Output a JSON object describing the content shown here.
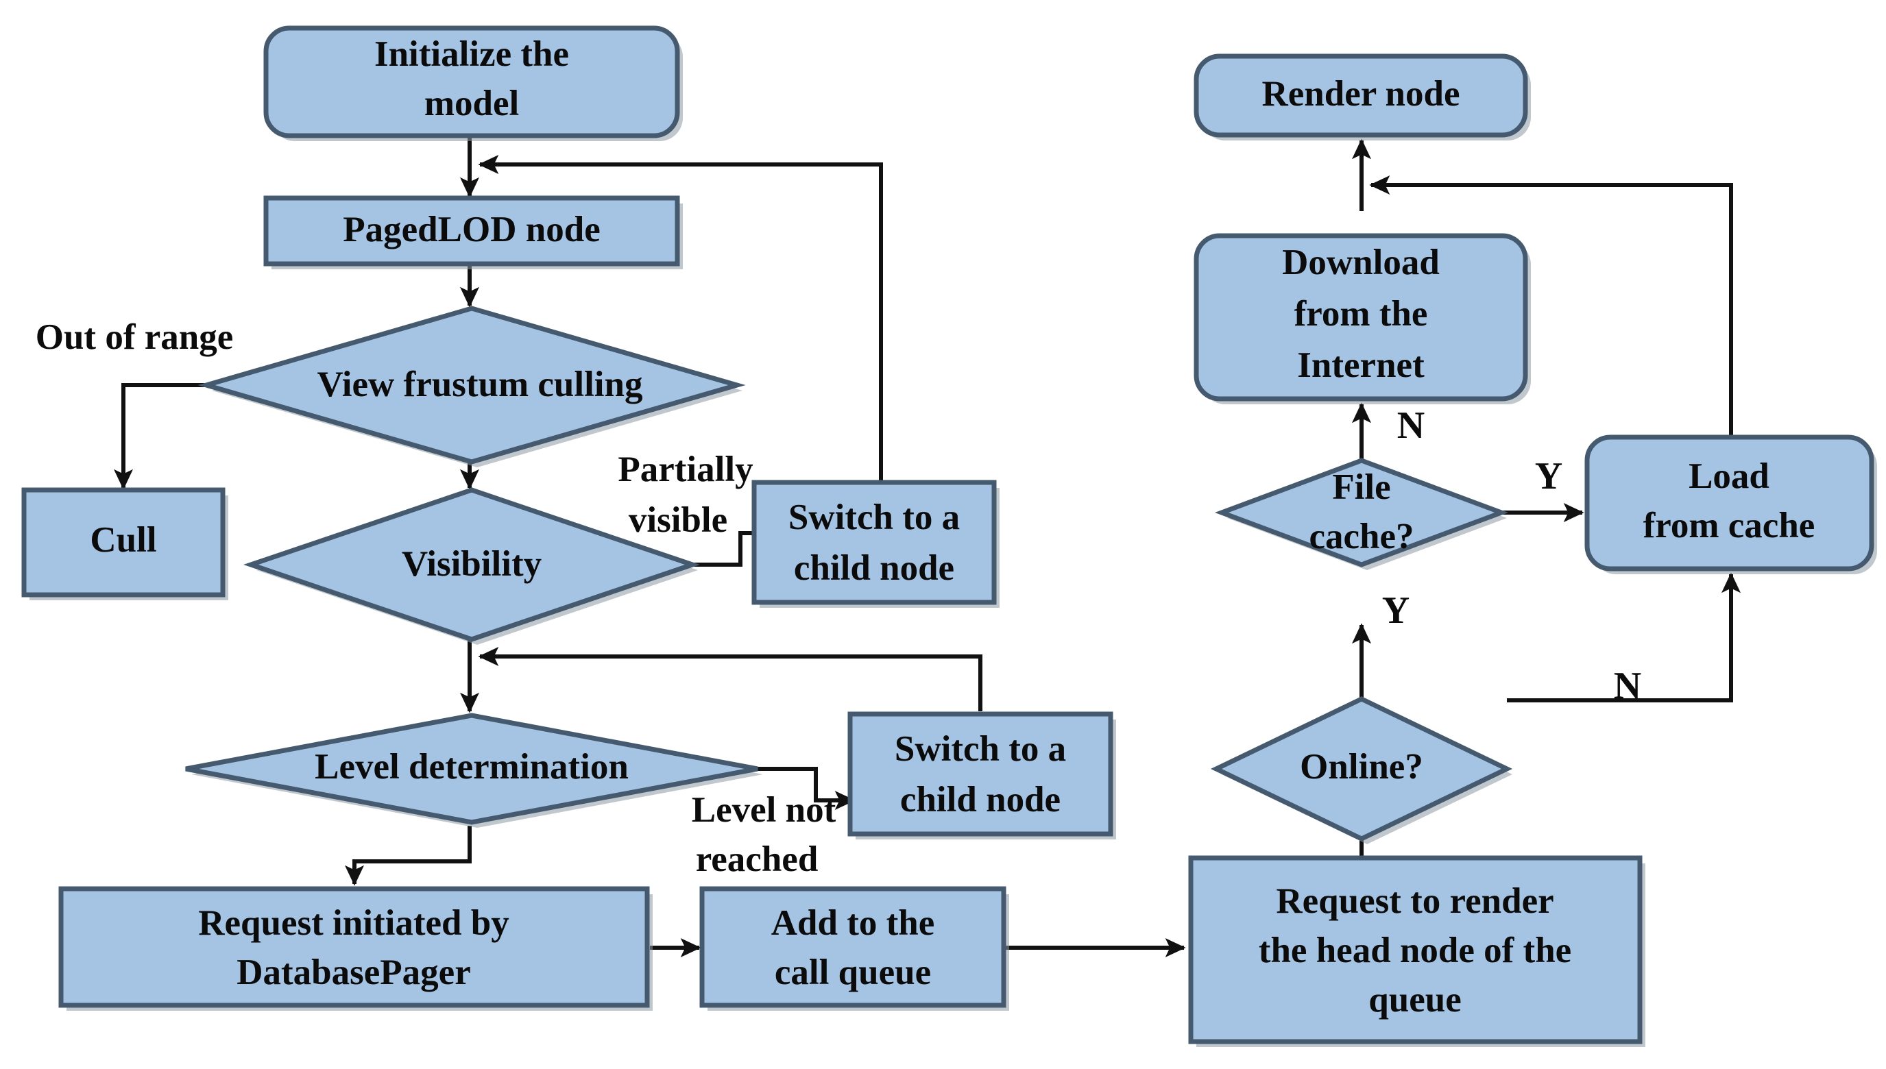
{
  "diagram": {
    "title": "PagedLOD rendering and network cache loading flowchart",
    "colors": {
      "node_fill": "#a5c4e4",
      "node_border": "#455a6e",
      "edge": "#111111",
      "text": "#0b0b0b",
      "background": "#ffffff"
    },
    "nodes": [
      {
        "id": "initialize_model",
        "label": "Initialize the model",
        "shape": "rounded-rect"
      },
      {
        "id": "pagedlod_node",
        "label": "PagedLOD node",
        "shape": "rect"
      },
      {
        "id": "view_frustum",
        "label": "View frustum culling",
        "shape": "diamond"
      },
      {
        "id": "cull",
        "label": "Cull",
        "shape": "rect"
      },
      {
        "id": "visibility",
        "label": "Visibility",
        "shape": "diamond"
      },
      {
        "id": "switch_child_top",
        "label": "Switch to a child node",
        "shape": "rect"
      },
      {
        "id": "level_determination",
        "label": "Level determination",
        "shape": "diamond"
      },
      {
        "id": "switch_child_bottom",
        "label": "Switch to a child node",
        "shape": "rect"
      },
      {
        "id": "request_initiated",
        "label": "Request initiated by DatabasePager",
        "shape": "rect"
      },
      {
        "id": "add_call_queue",
        "label": "Add to the call queue",
        "shape": "rect"
      },
      {
        "id": "request_head_node",
        "label": "Request to render the head node of the queue",
        "shape": "rect"
      },
      {
        "id": "online",
        "label": "Online?",
        "shape": "diamond"
      },
      {
        "id": "file_cache",
        "label": "File cache?",
        "shape": "diamond"
      },
      {
        "id": "download_internet",
        "label": "Download from the Internet",
        "shape": "rounded-rect"
      },
      {
        "id": "load_from_cache",
        "label": "Load from cache",
        "shape": "rounded-rect"
      },
      {
        "id": "render_node",
        "label": "Render node",
        "shape": "rounded-rect"
      }
    ],
    "node_lines": {
      "initialize_model": [
        "Initialize the",
        "model"
      ],
      "pagedlod_node": [
        "PagedLOD node"
      ],
      "view_frustum": [
        "View frustum culling"
      ],
      "cull": [
        "Cull"
      ],
      "visibility": [
        "Visibility"
      ],
      "switch_child_top": [
        "Switch to a",
        "child node"
      ],
      "level_determination": [
        "Level determination"
      ],
      "switch_child_bottom": [
        "Switch to a",
        "child node"
      ],
      "request_initiated": [
        "Request initiated by",
        "DatabasePager"
      ],
      "add_call_queue": [
        "Add to the",
        "call queue"
      ],
      "request_head_node": [
        "Request to render",
        "the head node of the",
        "queue"
      ],
      "online": [
        "Online?"
      ],
      "file_cache": [
        "File",
        "cache?"
      ],
      "download_internet": [
        "Download",
        "from the",
        "Internet"
      ],
      "load_from_cache": [
        "Load",
        "from cache"
      ],
      "render_node": [
        "Render node"
      ]
    },
    "edge_labels": {
      "out_of_range": "Out of range",
      "partially_visible_line1": "Partially",
      "partially_visible_line2": "visible",
      "level_not_reached_line1": "Level not",
      "level_not_reached_line2": "reached",
      "file_cache_no": "N",
      "file_cache_yes": "Y",
      "online_yes": "Y",
      "online_no": "N"
    },
    "edges": [
      {
        "from": "initialize_model",
        "to": "pagedlod_node",
        "label": ""
      },
      {
        "from": "pagedlod_node",
        "to": "view_frustum",
        "label": ""
      },
      {
        "from": "view_frustum",
        "to": "cull",
        "label": "Out of range"
      },
      {
        "from": "view_frustum",
        "to": "visibility",
        "label": ""
      },
      {
        "from": "visibility",
        "to": "switch_child_top",
        "label": "Partially visible"
      },
      {
        "from": "switch_child_top",
        "to": "pagedlod_node",
        "label": ""
      },
      {
        "from": "visibility",
        "to": "level_determination",
        "label": ""
      },
      {
        "from": "level_determination",
        "to": "switch_child_bottom",
        "label": "Level not reached"
      },
      {
        "from": "switch_child_bottom",
        "to": "level_determination",
        "label": ""
      },
      {
        "from": "level_determination",
        "to": "request_initiated",
        "label": ""
      },
      {
        "from": "request_initiated",
        "to": "add_call_queue",
        "label": ""
      },
      {
        "from": "add_call_queue",
        "to": "request_head_node",
        "label": ""
      },
      {
        "from": "request_head_node",
        "to": "online",
        "label": ""
      },
      {
        "from": "online",
        "to": "file_cache",
        "label": "Y"
      },
      {
        "from": "online",
        "to": "load_from_cache",
        "label": "N"
      },
      {
        "from": "file_cache",
        "to": "load_from_cache",
        "label": "Y"
      },
      {
        "from": "file_cache",
        "to": "download_internet",
        "label": "N"
      },
      {
        "from": "download_internet",
        "to": "render_node",
        "label": ""
      },
      {
        "from": "load_from_cache",
        "to": "render_node",
        "label": ""
      }
    ]
  }
}
